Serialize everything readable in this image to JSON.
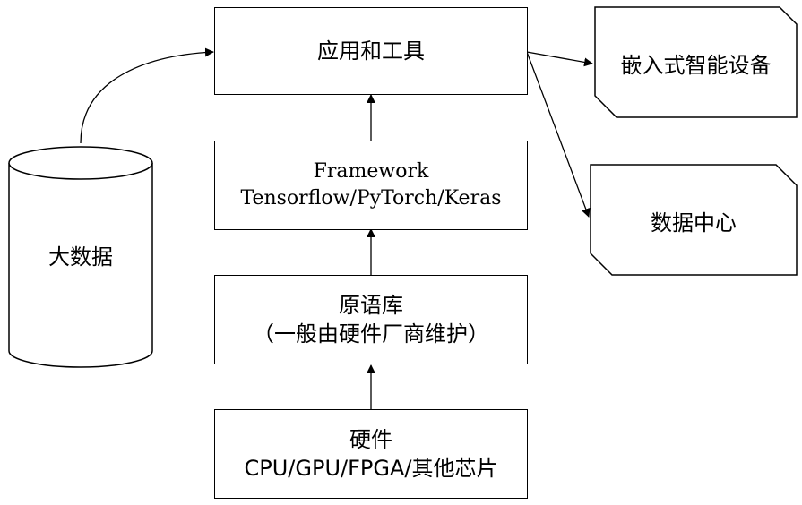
{
  "boxes": {
    "apps": {
      "line1": "应用和工具"
    },
    "framework": {
      "line1": "Framework",
      "line2": "Tensorflow/PyTorch/Keras"
    },
    "primitives": {
      "line1": "原语库",
      "line2": "（一般由硬件厂商维护）"
    },
    "hardware": {
      "line1": "硬件",
      "line2": "CPU/GPU/FPGA/其他芯片"
    }
  },
  "big_data": {
    "label": "大数据"
  },
  "targets": {
    "embedded": "嵌入式智能设备",
    "datacenter": "数据中心"
  }
}
